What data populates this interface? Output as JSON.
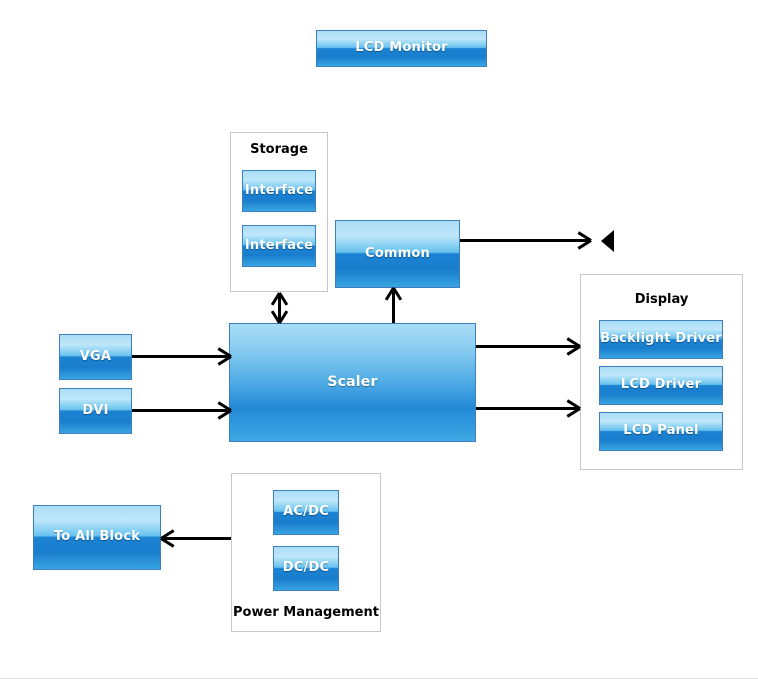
{
  "diagram": {
    "title_block": {
      "label": "LCD Monitor"
    },
    "groups": {
      "storage": {
        "title": "Storage",
        "items": [
          {
            "label": "Interface"
          },
          {
            "label": "Interface"
          }
        ]
      },
      "display": {
        "title": "Display",
        "items": [
          {
            "label": "Backlight Driver"
          },
          {
            "label": "LCD Driver"
          },
          {
            "label": "LCD Panel"
          }
        ]
      },
      "power_management": {
        "title": "Power Management",
        "items": [
          {
            "label": "AC/DC"
          },
          {
            "label": "DC/DC"
          }
        ]
      }
    },
    "blocks": {
      "common": {
        "label": "Common"
      },
      "scaler": {
        "label": "Scaler"
      },
      "vga": {
        "label": "VGA"
      },
      "dvi": {
        "label": "DVI"
      },
      "to_all_block": {
        "label": "To All Block"
      }
    },
    "icons": {
      "speaker": "speaker-icon"
    },
    "colors": {
      "block_border": "#3f7fbf",
      "block_gradient_top": "#bfe7fa",
      "block_gradient_mid": "#1b82d2",
      "block_gradient_bottom": "#39a5e2",
      "group_border": "#c8c8c8",
      "connector": "#000000",
      "text_on_block": "#ffffff",
      "text_title": "#000000",
      "background": "#ffffff"
    }
  }
}
